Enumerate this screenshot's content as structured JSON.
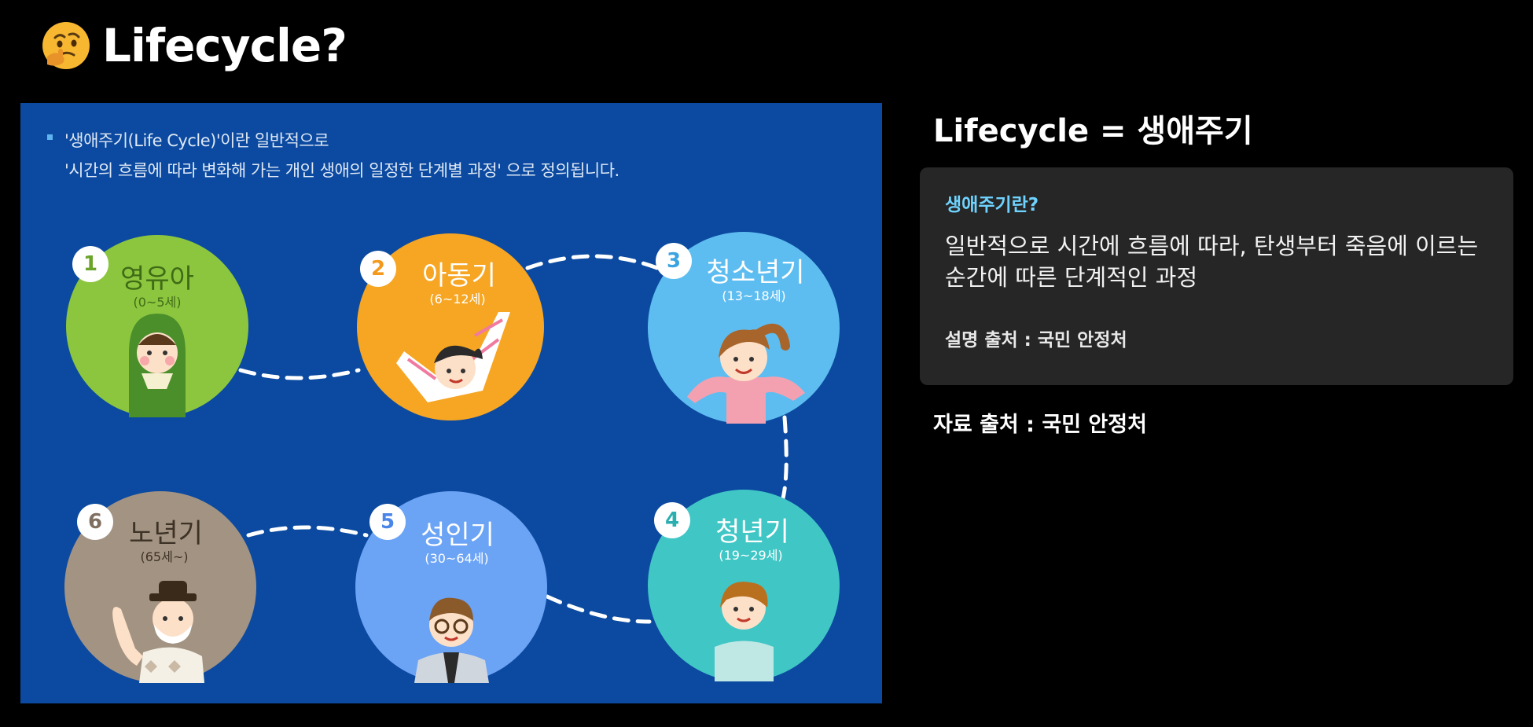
{
  "page": {
    "title": "Lifecycle?"
  },
  "panel": {
    "intro_line1": "'생애주기(Life Cycle)'이란 일반적으로",
    "intro_line2": "'시간의 흐름에 따라 변화해 가는 개인 생애의 일정한 단계별 과정' 으로 정의됩니다.",
    "stages": [
      {
        "number": "1",
        "name": "영유아",
        "age": "(0~5세)",
        "color": "#8cc63f",
        "num_color": "#6aa52a"
      },
      {
        "number": "2",
        "name": "아동기",
        "age": "(6~12세)",
        "color": "#f6a623",
        "num_color": "#f39a1e"
      },
      {
        "number": "3",
        "name": "청소년기",
        "age": "(13~18세)",
        "color": "#5ebdf0",
        "num_color": "#3ba3e0"
      },
      {
        "number": "4",
        "name": "청년기",
        "age": "(19~29세)",
        "color": "#41c6c6",
        "num_color": "#2aaeb0"
      },
      {
        "number": "5",
        "name": "성인기",
        "age": "(30~64세)",
        "color": "#6ba3f5",
        "num_color": "#4a86e8"
      },
      {
        "number": "6",
        "name": "노년기",
        "age": "(65세~)",
        "color": "#a39382",
        "num_color": "#7e6f60"
      }
    ]
  },
  "right": {
    "title": "Lifecycle = 생애주기",
    "card": {
      "heading": "생애주기란?",
      "body": "일반적으로 시간에 흐름에 따라, 탄생부터 죽음에 이르는 순간에 따른 단계적인 과정",
      "source": "설명 출처 : 국민 안정처"
    },
    "data_source": "자료 출처 : 국민 안정처"
  },
  "colors": {
    "background": "#000000",
    "panel": "#0b4aa0",
    "card": "#262626",
    "accent": "#6fd3ff"
  }
}
